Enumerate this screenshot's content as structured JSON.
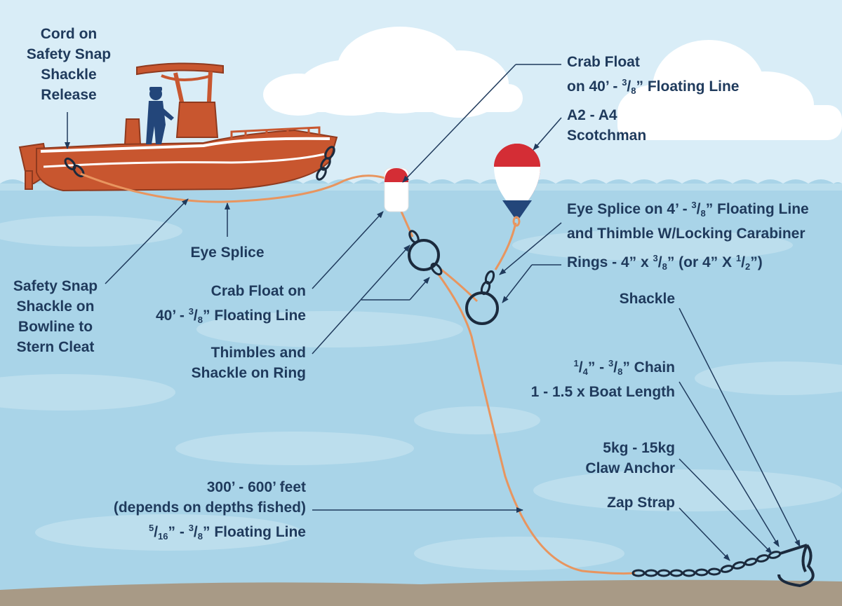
{
  "labels": {
    "cord": [
      "Cord on",
      "Safety Snap",
      "Shackle",
      "Release"
    ],
    "crab_float_top_1": "Crab Float",
    "crab_float_top_2": {
      "pre": "on 40’ - ",
      "num": "3",
      "slash": "/",
      "den": "8",
      "post": "” Floating Line"
    },
    "scotchman": [
      "A2 - A4",
      "Scotchman"
    ],
    "eye_splice_right_1": {
      "pre": "Eye Splice on 4’ - ",
      "num": "3",
      "slash": "/",
      "den": "8",
      "post": "” Floating Line"
    },
    "eye_splice_right_2": "and Thimble W/Locking Carabiner",
    "rings": {
      "pre": "Rings - 4” x ",
      "num1": "3",
      "slash1": "/",
      "den1": "8",
      "mid": "” (or 4” X ",
      "num2": "1",
      "slash2": "/",
      "den2": "2",
      "post": "”)"
    },
    "eye_splice_center": "Eye Splice",
    "safety_snap": [
      "Safety Snap",
      "Shackle on",
      "Bowline to",
      "Stern Cleat"
    ],
    "crab_float_mid_1": "Crab Float on",
    "crab_float_mid_2": {
      "pre": "40’ - ",
      "num": "3",
      "slash": "/",
      "den": "8",
      "post": "” Floating Line"
    },
    "thimbles": [
      "Thimbles and",
      "Shackle on Ring"
    ],
    "shackle": "Shackle",
    "chain_1": {
      "num1": "1",
      "slash1": "/",
      "den1": "4",
      "mid": "” - ",
      "num2": "3",
      "slash2": "/",
      "den2": "8",
      "post": "” Chain"
    },
    "chain_2": "1 - 1.5 x Boat Length",
    "anchor": [
      "5kg - 15kg",
      "Claw Anchor"
    ],
    "zap_strap": "Zap Strap",
    "line_length_1": "300’ - 600’ feet",
    "line_length_2": "(depends on depths fished)",
    "line_length_3": {
      "num1": "5",
      "slash1": "/",
      "den1": "16",
      "mid": "” - ",
      "num2": "3",
      "slash2": "/",
      "den2": "8",
      "post": "” Floating Line"
    }
  },
  "colors": {
    "sky": "#d9edf7",
    "water": "#a9d4e8",
    "wave_light": "#c3e2ef",
    "seabed": "#a89a86",
    "boat_hull": "#c8562f",
    "boat_stripe": "#ffffff",
    "rope": "#e8955f",
    "text": "#1f3a5c",
    "leader": "#1f3a5c",
    "float_red": "#d42d35",
    "float_blue": "#23467a",
    "chain": "#1b2a3d"
  },
  "icons": [
    "boat-icon",
    "captain-icon",
    "crab-float-icon",
    "scotchman-buoy-icon",
    "ring-icon",
    "chain-icon",
    "claw-anchor-icon",
    "cloud-icon"
  ]
}
